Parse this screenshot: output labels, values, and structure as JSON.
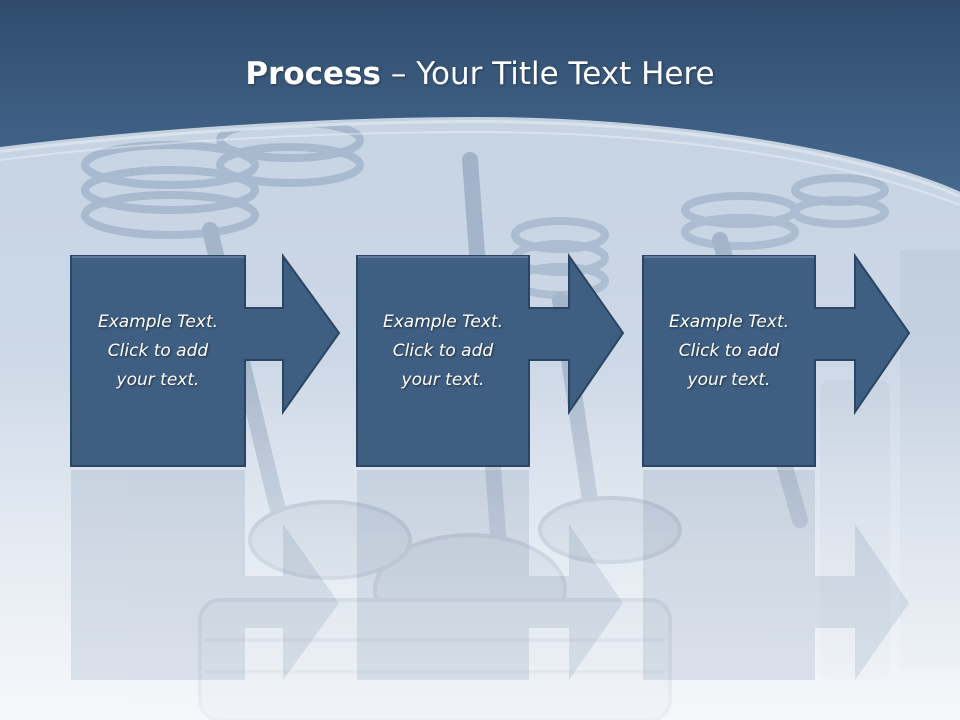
{
  "slide": {
    "title_bold": "Process",
    "title_dash": " – ",
    "title_rest": "Your Title Text Here",
    "colors": {
      "header": "#3f6185",
      "header_top": "#2f4c6d",
      "box_fill": "#3f5f82",
      "box_border": "#2b4562",
      "text": "#ffffff"
    }
  },
  "steps": [
    {
      "line1": "Example Text.",
      "line2": "Click  to add",
      "line3": "your text."
    },
    {
      "line1": "Example Text.",
      "line2": "Click  to add",
      "line3": "your text."
    },
    {
      "line1": "Example Text.",
      "line2": "Click  to add",
      "line3": "your text."
    }
  ]
}
